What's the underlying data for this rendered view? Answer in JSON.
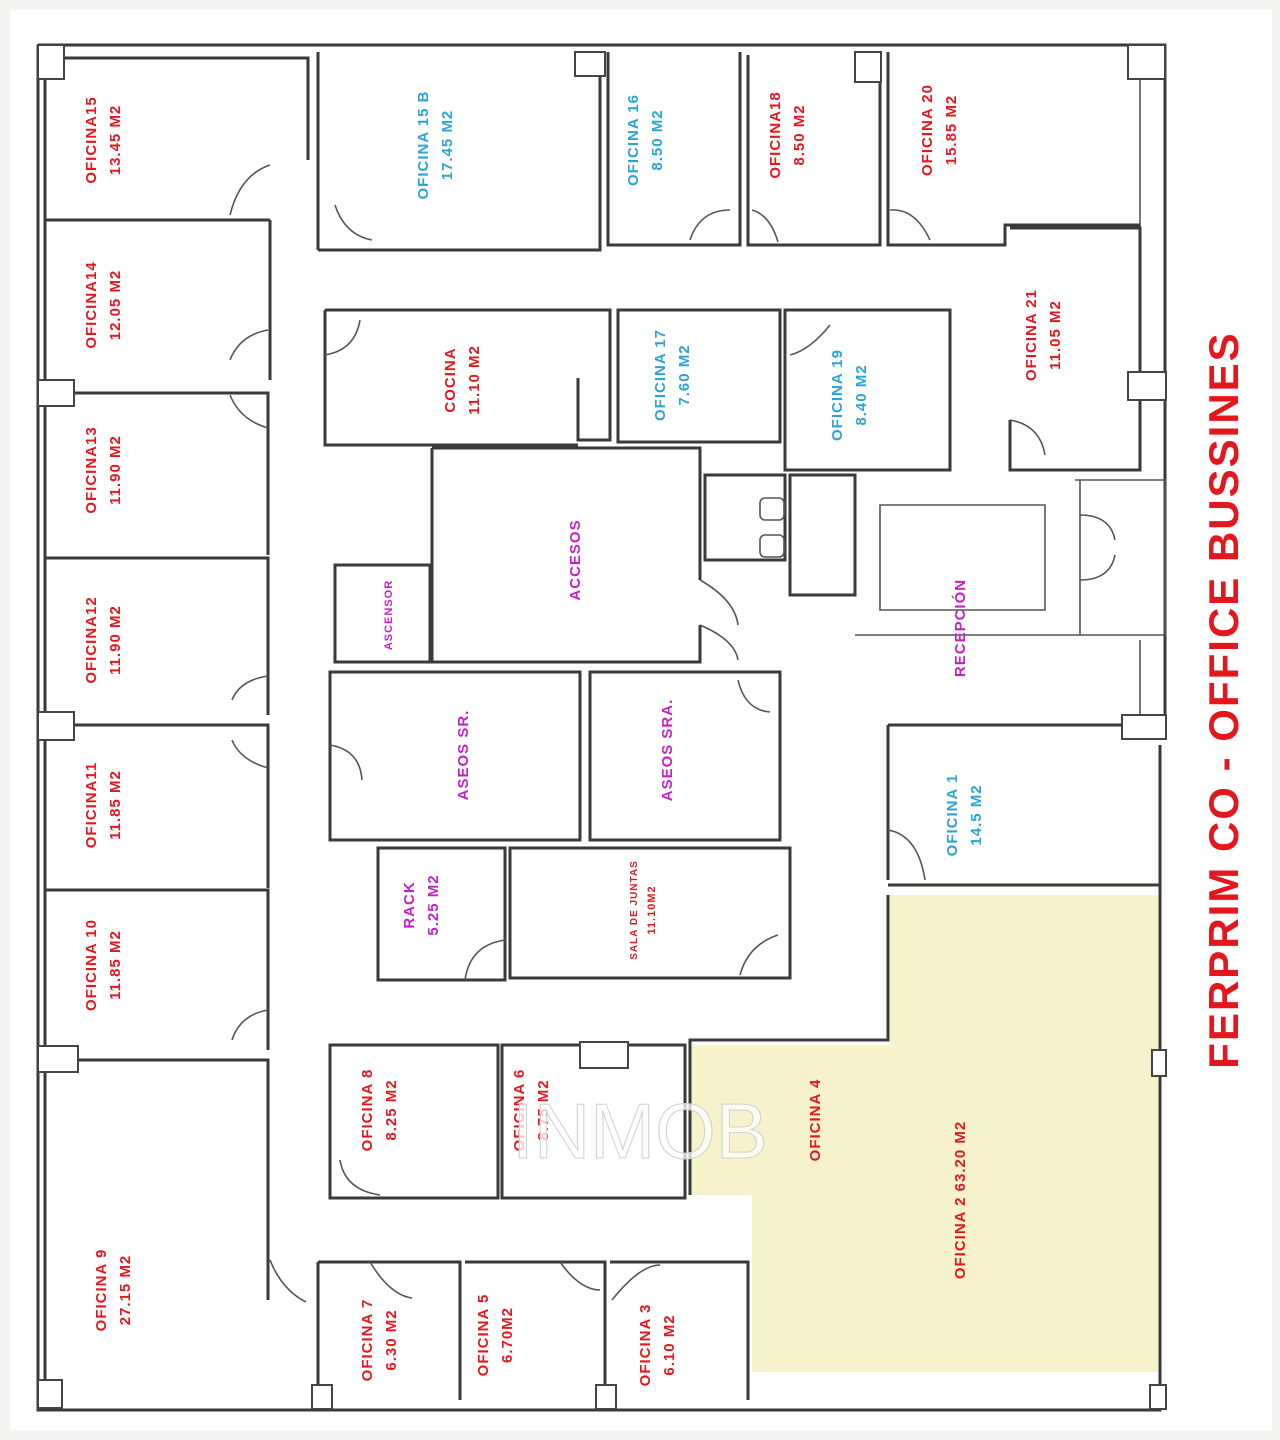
{
  "title": "FERPRIM CO - OFFICE BUSSINES",
  "watermark": "INMOB",
  "colors": {
    "red": "#e3171d",
    "blue": "#2aa3d6",
    "magenta": "#c51fc9",
    "highlight": "#f5f2cc"
  },
  "rooms": {
    "of15": {
      "name": "OFICINA15",
      "area": "13.45 M2"
    },
    "of14": {
      "name": "OFICINA14",
      "area": "12.05 M2"
    },
    "of13": {
      "name": "OFICINA13",
      "area": "11.90 M2"
    },
    "of12": {
      "name": "OFICINA12",
      "area": "11.90 M2"
    },
    "of11": {
      "name": "OFICINA11",
      "area": "11.85 M2"
    },
    "of10": {
      "name": "OFICINA 10",
      "area": "11.85 M2"
    },
    "of9": {
      "name": "OFICINA 9",
      "area": "27.15 M2"
    },
    "of15b": {
      "name": "OFICINA 15 B",
      "area": "17.45 M2"
    },
    "of16": {
      "name": "OFICINA 16",
      "area": "8.50 M2"
    },
    "of18": {
      "name": "OFICINA18",
      "area": "8.50 M2"
    },
    "of20": {
      "name": "OFICINA 20",
      "area": "15.85 M2"
    },
    "of21": {
      "name": "OFICINA 21",
      "area": "11.05 M2"
    },
    "cocina": {
      "name": "COCINA",
      "area": "11.10 M2"
    },
    "of17": {
      "name": "OFICINA 17",
      "area": "7.60 M2"
    },
    "of19": {
      "name": "OFICINA 19",
      "area": "8.40 M2"
    },
    "ascensor": {
      "name": "ASCENSOR"
    },
    "accesos": {
      "name": "ACCESOS"
    },
    "recepcion": {
      "name": "RECEPCIÓN"
    },
    "aseos_sr": {
      "name": "ASEOS SR."
    },
    "aseos_sra": {
      "name": "ASEOS SRA."
    },
    "of1": {
      "name": "OFICINA 1",
      "area": "14.5 M2"
    },
    "rack": {
      "name": "RACK",
      "area": "5.25 M2"
    },
    "juntas": {
      "name": "SALA DE JUNTAS",
      "area": "11.10M2"
    },
    "of8": {
      "name": "OFICINA 8",
      "area": "8.25 M2"
    },
    "of6": {
      "name": "OFICINA 6",
      "area": "8.75 M2"
    },
    "of4": {
      "name": "OFICINA 4"
    },
    "of2": {
      "name": "OFICINA 2 63.20 M2"
    },
    "of7": {
      "name": "OFICINA 7",
      "area": "6.30 M2"
    },
    "of5": {
      "name": "OFICINA 5",
      "area": "6.70M2"
    },
    "of3": {
      "name": "OFICINA 3",
      "area": "6.10 M2"
    }
  }
}
